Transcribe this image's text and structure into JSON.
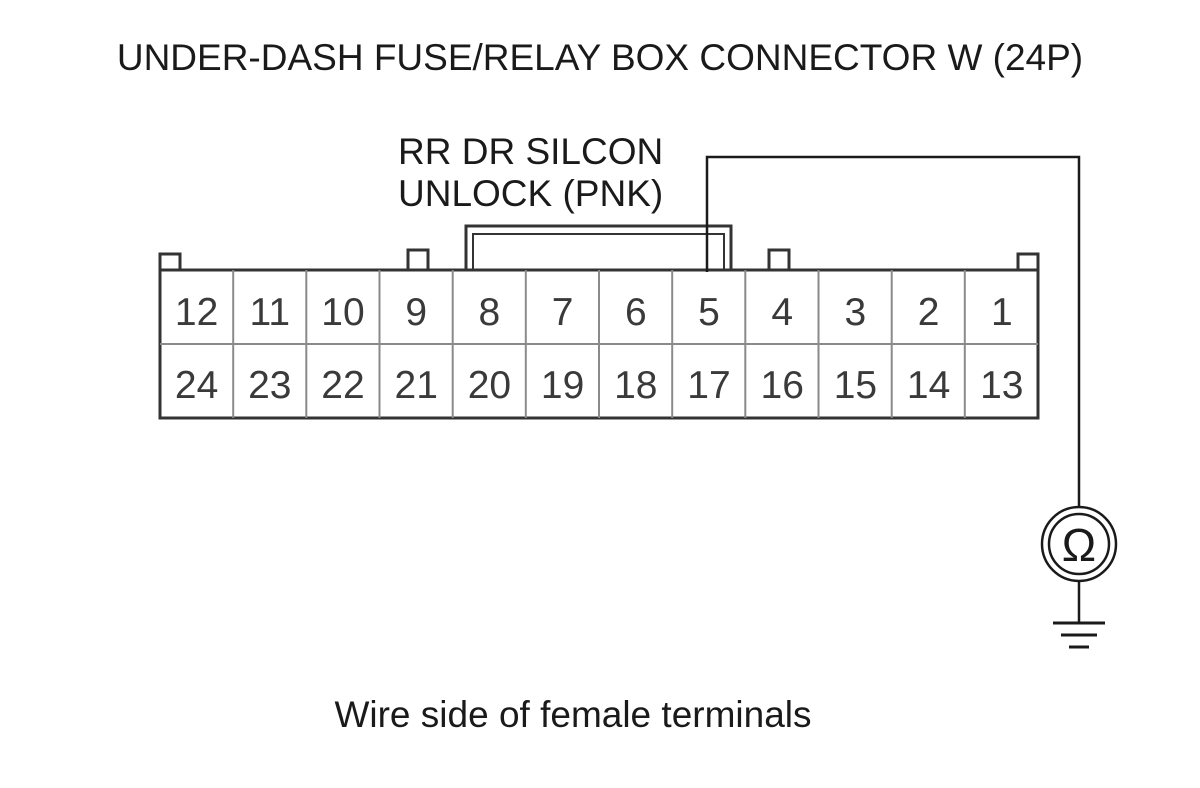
{
  "title": "UNDER-DASH FUSE/RELAY BOX CONNECTOR W (24P)",
  "wire_label": {
    "line1": "RR DR SILCON",
    "line2": "UNLOCK (PNK)"
  },
  "connector": {
    "top_row": [
      "12",
      "11",
      "10",
      "9",
      "8",
      "7",
      "6",
      "5",
      "4",
      "3",
      "2",
      "1"
    ],
    "bottom_row": [
      "24",
      "23",
      "22",
      "21",
      "20",
      "19",
      "18",
      "17",
      "16",
      "15",
      "14",
      "13"
    ],
    "probed_terminal": "5"
  },
  "meter_symbol": "Ω",
  "meter_icon": "ohmmeter-icon",
  "ground_icon": "ground-icon",
  "caption": "Wire side of female terminals"
}
